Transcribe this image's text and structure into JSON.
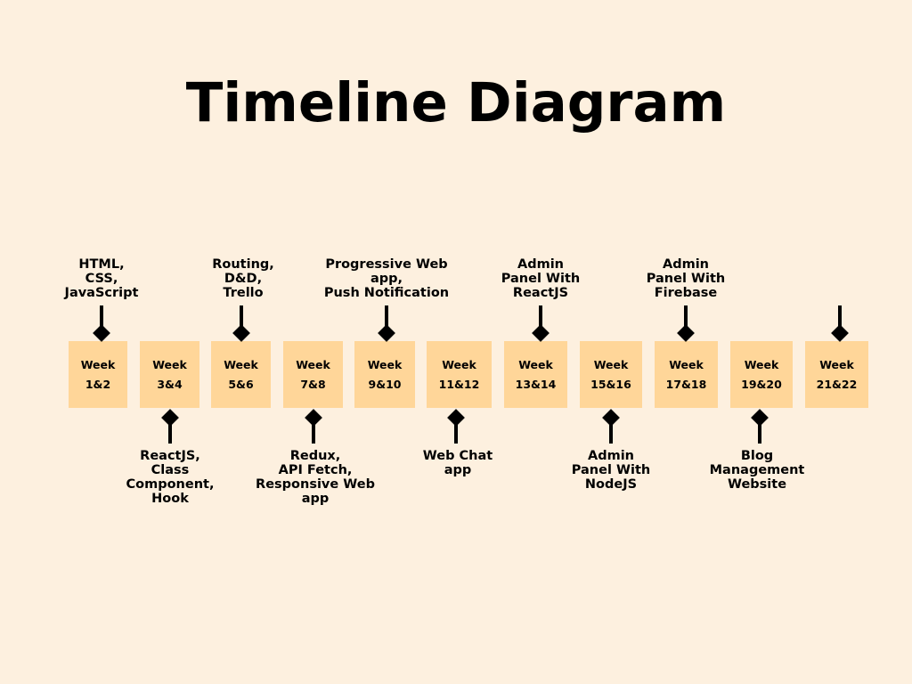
{
  "title": "Timeline Diagram",
  "weeks": [
    {
      "label": "Week",
      "range": "1&2"
    },
    {
      "label": "Week",
      "range": "3&4"
    },
    {
      "label": "Week",
      "range": "5&6"
    },
    {
      "label": "Week",
      "range": "7&8"
    },
    {
      "label": "Week",
      "range": "9&10"
    },
    {
      "label": "Week",
      "range": "11&12"
    },
    {
      "label": "Week",
      "range": "13&14"
    },
    {
      "label": "Week",
      "range": "15&16"
    },
    {
      "label": "Week",
      "range": "17&18"
    },
    {
      "label": "Week",
      "range": "19&20"
    },
    {
      "label": "Week",
      "range": "21&22"
    }
  ],
  "milestones": [
    {
      "text": "HTML,\nCSS,\nJavaScript"
    },
    {
      "text": "ReactJS,\nClass\nComponent,\nHook"
    },
    {
      "text": "Routing,\nD&D,\nTrello"
    },
    {
      "text": "Redux,\nAPI Fetch,\nResponsive Web\napp"
    },
    {
      "text": "Progressive Web\napp,\nPush Notification"
    },
    {
      "text": "Web Chat\napp"
    },
    {
      "text": "Admin\nPanel With\nReactJS"
    },
    {
      "text": "Admin\nPanel With\nNodeJS"
    },
    {
      "text": "Admin\nPanel With\nFirebase"
    },
    {
      "text": "Blog\nManagement\nWebsite"
    },
    {
      "text": ""
    }
  ],
  "colors": {
    "background": "#fdf0df",
    "week_box": "#ffd699",
    "marker": "#000000"
  }
}
